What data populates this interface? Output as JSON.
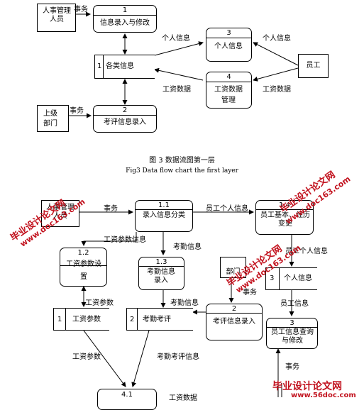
{
  "diagram1": {
    "hr_entity": "人事管理人员",
    "p1": {
      "num": "1",
      "label": "信息录入与修改"
    },
    "p3": {
      "num": "3",
      "label": "个人信息"
    },
    "p4": {
      "num": "4",
      "label": "工资数据管理"
    },
    "store_all": {
      "num": "1",
      "label": "各类信息"
    },
    "employee": "员工",
    "superior": "上级部门",
    "p2": {
      "num": "2",
      "label": "考评信息录入"
    },
    "flows": {
      "hr_affairs": "事务",
      "sup_affairs": "事务",
      "personal_left": "个人信息",
      "personal_right": "个人信息",
      "salary_left": "工资数据",
      "salary_right": "工资数据"
    }
  },
  "caption_cn": "图 3 数据流图第一层",
  "caption_en": "Fig3 Data flow chart the first layer",
  "diagram2": {
    "hr_entity": "人事管理人员",
    "p11": {
      "num": "1.1",
      "label": "录入信息分类"
    },
    "p14": {
      "num": "1.4",
      "label": "员工基本、经历变更"
    },
    "p12": {
      "num": "1.2",
      "label": "工资参数设置"
    },
    "p13": {
      "num": "1.3",
      "label": "考勤信息录入"
    },
    "dept": "部门",
    "store3": {
      "num": "3",
      "label": "个人信息"
    },
    "store1": {
      "num": "1",
      "label": "工资参数"
    },
    "store2": {
      "num": "2",
      "label": "考勤考评"
    },
    "p2": {
      "num": "2",
      "label": "考评信息录入"
    },
    "p3": {
      "num": "3",
      "label": "员工信息查询与修改"
    },
    "p41": {
      "num": "4.1",
      "label": ""
    },
    "flows": {
      "affairs_top": "事务",
      "staff_personal": "员工个人信息",
      "salary_param": "工资参数信息",
      "attendance_info": "考勤信息",
      "staff_personal2": "员工个人信息",
      "affairs_dept": "事务",
      "salary_param2": "工资参数",
      "attendance_info2": "考勤信息",
      "staff_info": "员工信息",
      "salary_param3": "工资参数",
      "attendance_eval": "考勤考评信息",
      "affairs_bottom": "事务",
      "salary_data": "工资数据"
    }
  },
  "watermarks": {
    "site_cn": "毕业设计论文网",
    "site_url": "www.doc163.com",
    "url_bottom": "www.56doc.com"
  }
}
